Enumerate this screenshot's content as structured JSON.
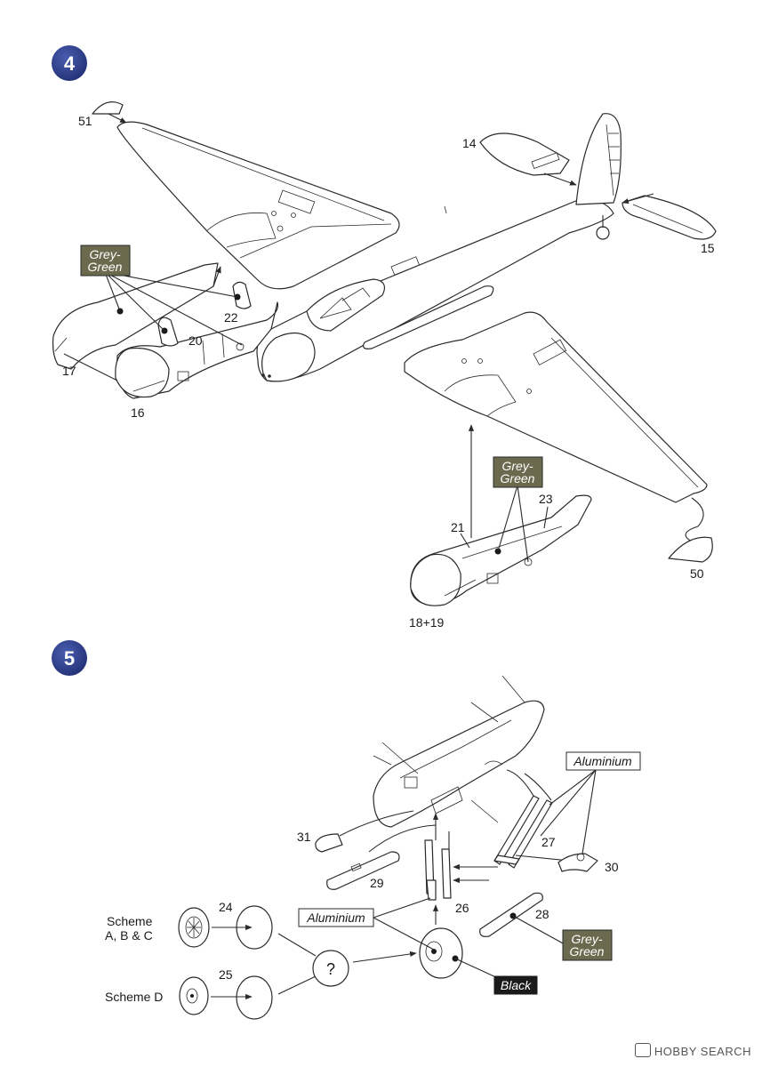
{
  "steps": [
    {
      "number": "4"
    },
    {
      "number": "5"
    }
  ],
  "step4": {
    "part_labels": [
      "51",
      "14",
      "15",
      "22",
      "20",
      "17",
      "16",
      "21",
      "23",
      "50",
      "18+19"
    ],
    "paint_labels": [
      {
        "line1": "Grey-",
        "line2": "Green"
      },
      {
        "line1": "Grey-",
        "line2": "Green"
      }
    ]
  },
  "step5": {
    "part_labels": [
      "31",
      "29",
      "27",
      "30",
      "26",
      "28",
      "24",
      "25"
    ],
    "scheme_labels": {
      "abc_line1": "Scheme",
      "abc_line2": "A, B & C",
      "d": "Scheme D"
    },
    "choice_symbol": "?",
    "paint_labels": {
      "aluminium_top": "Aluminium",
      "aluminium_left": "Aluminium",
      "grey_green": {
        "line1": "Grey-",
        "line2": "Green"
      },
      "black": "Black"
    }
  },
  "watermark": {
    "text": "HOBBY SEARCH",
    "icon": "hobbysearch-logo-icon"
  },
  "colors": {
    "step_badge": "#2e3f8f",
    "grey_green": "#6b6a4e",
    "black_tag": "#1a1a1a"
  }
}
